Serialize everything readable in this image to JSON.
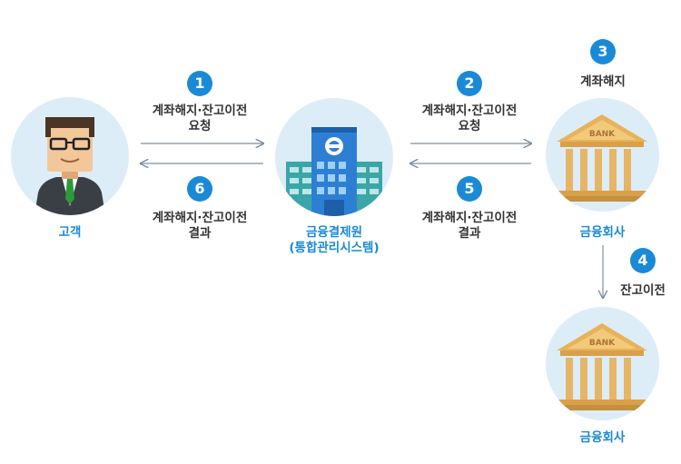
{
  "nodes": {
    "customer": {
      "label": "고객"
    },
    "clearing": {
      "label_line1": "금융결제원",
      "label_line2": "(통합관리시스템)"
    },
    "bank_top": {
      "label": "금융회사"
    },
    "bank_bottom": {
      "label": "금융회사"
    }
  },
  "steps": [
    {
      "number": "1",
      "line1": "계좌해지·잔고이전",
      "line2": "요청"
    },
    {
      "number": "2",
      "line1": "계좌해지·잔고이전",
      "line2": "요청"
    },
    {
      "number": "3",
      "line1": "계좌해지",
      "line2": ""
    },
    {
      "number": "4",
      "line1": "잔고이전",
      "line2": ""
    },
    {
      "number": "5",
      "line1": "계좌해지·잔고이전",
      "line2": "결과"
    },
    {
      "number": "6",
      "line1": "계좌해지·잔고이전",
      "line2": "결과"
    }
  ],
  "bank_sign": "BANK",
  "colors": {
    "accent": "#1a8ad6",
    "circle_bg": "#dcedf8",
    "arrow": "#7a8fa6",
    "text": "#333333"
  }
}
